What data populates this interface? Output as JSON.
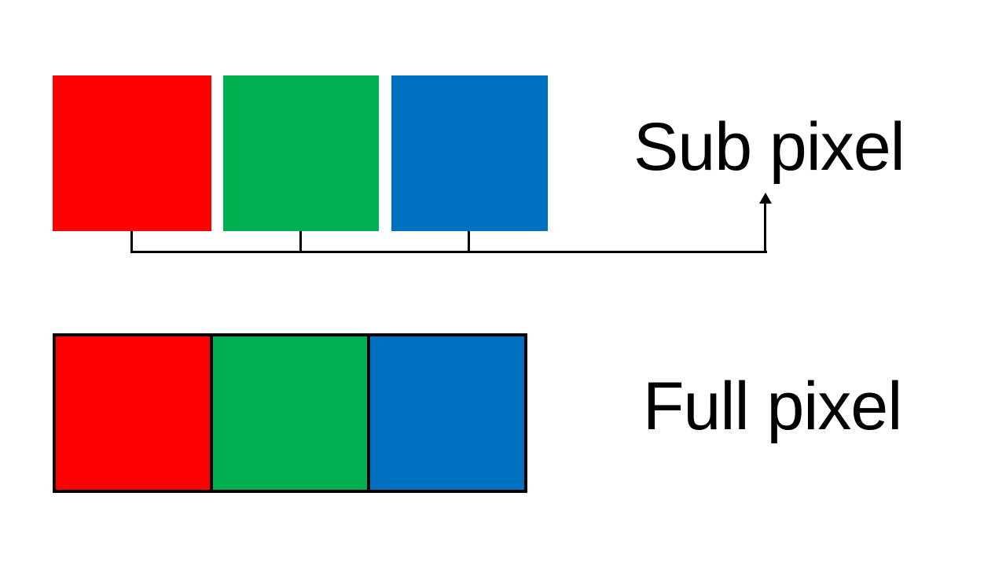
{
  "canvas": {
    "background": "#FFFFFF",
    "line_color": "#000000",
    "text_color": "#000000"
  },
  "sub_pixel": {
    "label": "Sub pixel",
    "squares": [
      {
        "name": "red-subpixel",
        "color": "#FF0000"
      },
      {
        "name": "green-subpixel",
        "color": "#00B050"
      },
      {
        "name": "blue-subpixel",
        "color": "#0070C0"
      }
    ]
  },
  "full_pixel": {
    "label": "Full pixel",
    "cells": [
      {
        "name": "red-subpixel-cell",
        "color": "#FF0000"
      },
      {
        "name": "green-subpixel-cell",
        "color": "#00B050"
      },
      {
        "name": "blue-subpixel-cell",
        "color": "#0070C0"
      }
    ]
  }
}
